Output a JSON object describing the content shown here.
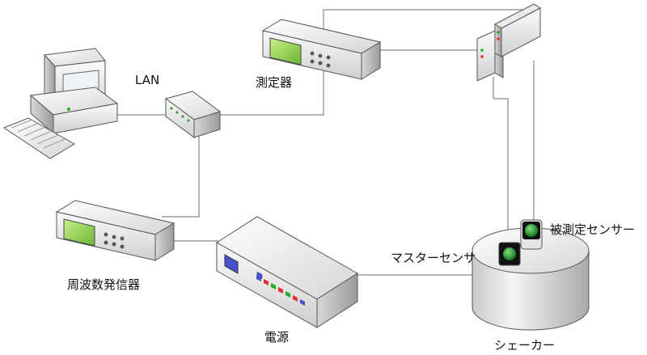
{
  "labels": {
    "lan": "LAN",
    "measurer": "測定器",
    "generator": "周波数発信器",
    "power": "電源",
    "master_sensor": "マスターセンサ",
    "test_sensor": "被測定センサー",
    "shaker": "シェーカー"
  },
  "colors": {
    "line": "#8a8a8a",
    "screen_green": "#8fd14f",
    "led_green": "#1a8f2a",
    "panel_blue": "#4a4fd0"
  }
}
